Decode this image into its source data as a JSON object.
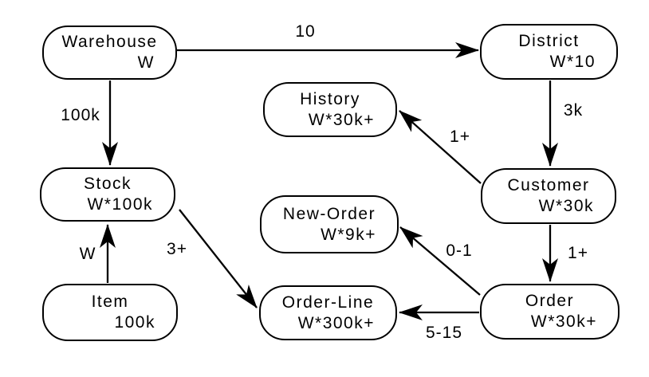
{
  "diagram": {
    "colors": {
      "stroke": "#000000",
      "fill": "#ffffff"
    },
    "nodes": [
      {
        "id": "warehouse",
        "name": "Warehouse",
        "count": "W"
      },
      {
        "id": "district",
        "name": "District",
        "count": "W*10"
      },
      {
        "id": "history",
        "name": "History",
        "count": "W*30k+"
      },
      {
        "id": "stock",
        "name": "Stock",
        "count": "W*100k"
      },
      {
        "id": "customer",
        "name": "Customer",
        "count": "W*30k"
      },
      {
        "id": "new-order",
        "name": "New-Order",
        "count": "W*9k+"
      },
      {
        "id": "item",
        "name": "Item",
        "count": "100k"
      },
      {
        "id": "order-line",
        "name": "Order-Line",
        "count": "W*300k+"
      },
      {
        "id": "order",
        "name": "Order",
        "count": "W*30k+"
      }
    ],
    "edges": [
      {
        "from": "warehouse",
        "to": "district",
        "label": "10"
      },
      {
        "from": "warehouse",
        "to": "stock",
        "label": "100k"
      },
      {
        "from": "district",
        "to": "customer",
        "label": "3k"
      },
      {
        "from": "customer",
        "to": "history",
        "label": "1+"
      },
      {
        "from": "customer",
        "to": "order",
        "label": "1+"
      },
      {
        "from": "item",
        "to": "stock",
        "label": "W"
      },
      {
        "from": "stock",
        "to": "order-line",
        "label": "3+"
      },
      {
        "from": "order",
        "to": "new-order",
        "label": "0-1"
      },
      {
        "from": "order",
        "to": "order-line",
        "label": "5-15"
      }
    ]
  }
}
